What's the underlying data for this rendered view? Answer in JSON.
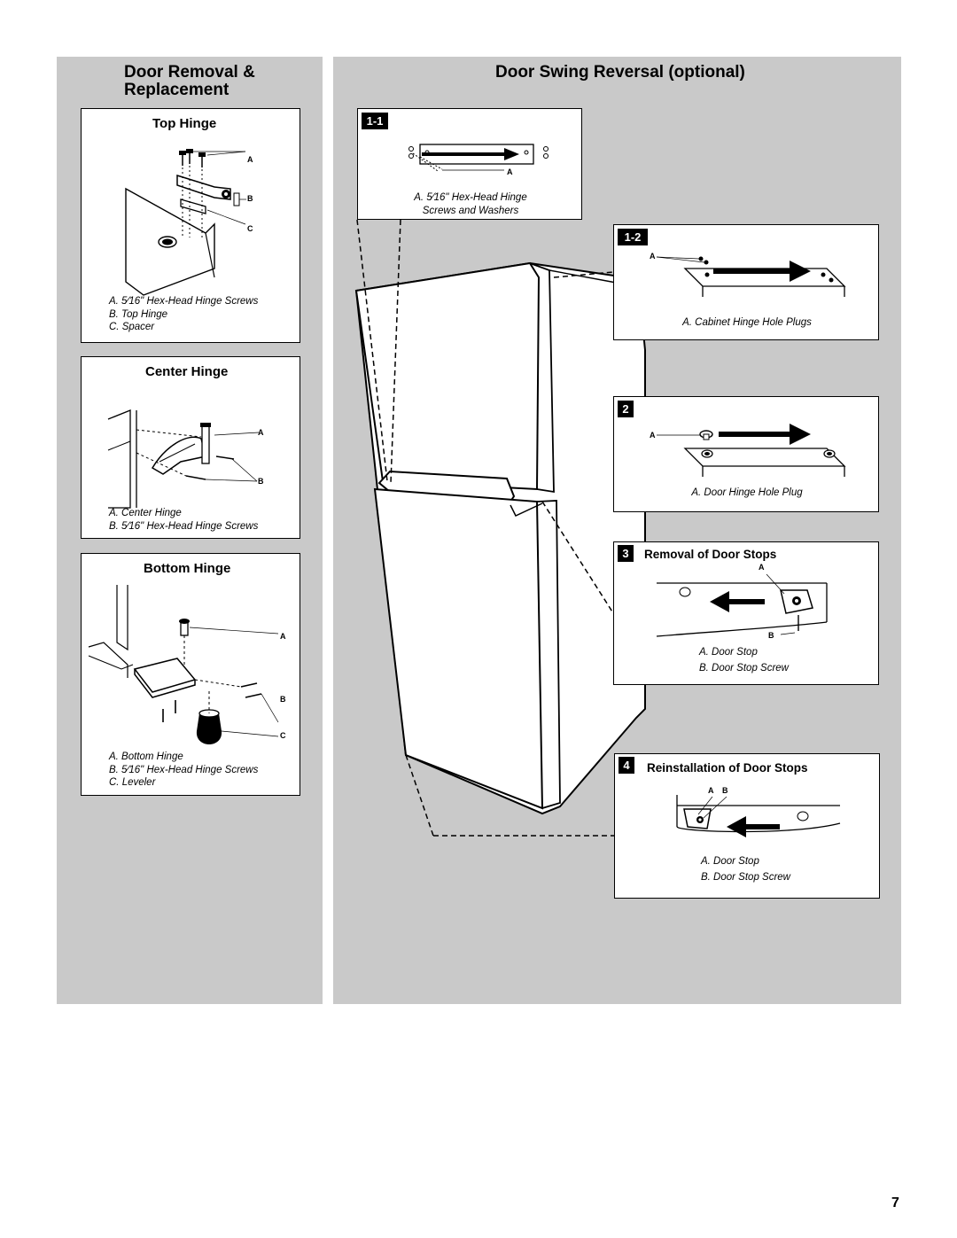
{
  "left_section": {
    "title_line1": "Door Removal &",
    "title_line2": "Replacement",
    "top_hinge": {
      "title": "Top Hinge",
      "callouts": [
        "A",
        "B",
        "C"
      ],
      "legend": [
        "A. 5⁄16\" Hex-Head Hinge Screws",
        "B. Top Hinge",
        "C. Spacer"
      ]
    },
    "center_hinge": {
      "title": "Center Hinge",
      "callouts": [
        "A",
        "B"
      ],
      "legend": [
        "A. Center Hinge",
        "B. 5⁄16\" Hex-Head Hinge Screws"
      ]
    },
    "bottom_hinge": {
      "title": "Bottom Hinge",
      "callouts": [
        "A",
        "B",
        "C"
      ],
      "legend": [
        "A. Bottom Hinge",
        "B. 5⁄16\" Hex-Head Hinge Screws",
        "C. Leveler"
      ]
    }
  },
  "right_section": {
    "title": "Door Swing Reversal (optional)",
    "step_1_1": {
      "tag": "1-1",
      "callouts": [
        "A"
      ],
      "legend": [
        "A. 5⁄16\" Hex-Head Hinge",
        "Screws and Washers"
      ]
    },
    "step_1_2": {
      "tag": "1-2",
      "callouts": [
        "A"
      ],
      "legend": [
        "A. Cabinet Hinge Hole Plugs"
      ]
    },
    "step_2": {
      "tag": "2",
      "callouts": [
        "A"
      ],
      "legend": [
        "A. Door Hinge Hole Plug"
      ]
    },
    "step_3": {
      "tag": "3",
      "title": "Removal of Door Stops",
      "callouts": [
        "A",
        "B"
      ],
      "legend": [
        "A. Door Stop",
        "B. Door Stop Screw"
      ]
    },
    "step_4": {
      "tag": "4",
      "title": "Reinstallation of Door Stops",
      "callouts": [
        "A",
        "B"
      ],
      "legend": [
        "A. Door Stop",
        "B. Door Stop Screw"
      ]
    }
  },
  "page_number": "7",
  "colors": {
    "panel": "#c9c9c9",
    "box_bg": "#ffffff",
    "ink": "#000000"
  }
}
